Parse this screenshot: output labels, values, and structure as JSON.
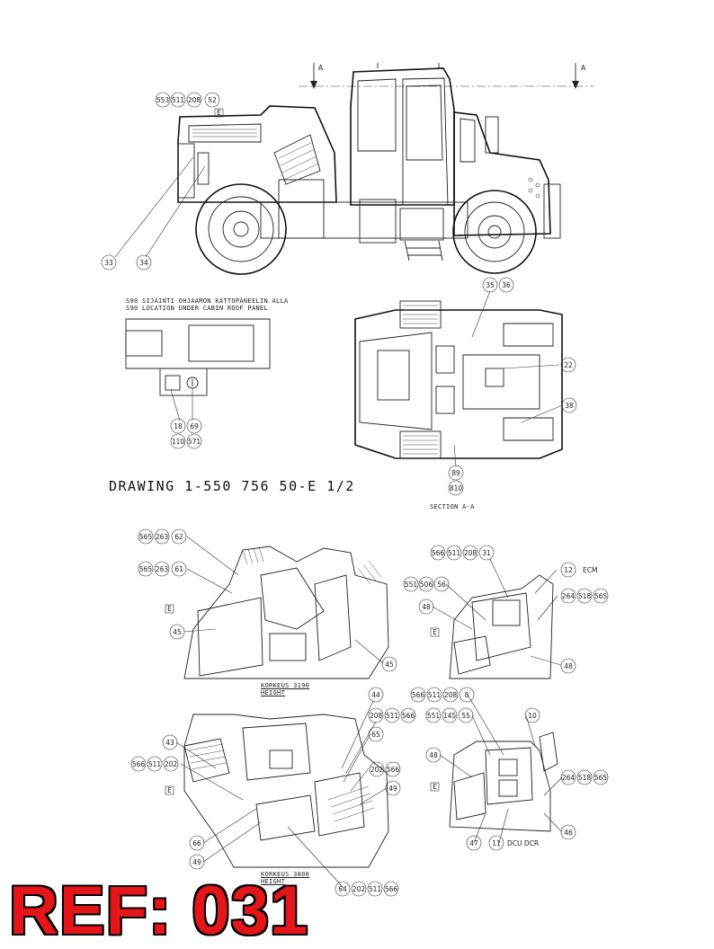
{
  "section_marks": {
    "left": "A",
    "right": "A"
  },
  "side_view": {
    "callouts": [
      "553",
      "511",
      "208",
      "52",
      "33",
      "34"
    ],
    "e_mark": "E"
  },
  "panel_note": {
    "line1": "S90 SIJAINTI OHJAAMON KATTOPANEELIN ALLA",
    "line2": "S90 LOCATION UNDER CABIN ROOF PANEL",
    "callouts": [
      "18",
      "69",
      "110",
      "571"
    ]
  },
  "section_view": {
    "callouts": [
      "35",
      "36",
      "22",
      "38",
      "89",
      "810"
    ],
    "label": "SECTION A-A"
  },
  "drawing_title": "DRAWING 1-550 756 50-E  1/2",
  "detail_3190": {
    "callouts": [
      "565",
      "263",
      "62",
      "565",
      "263",
      "61",
      "45",
      "45"
    ],
    "e_mark": "E",
    "height_label_1": "KORKEUS 3190",
    "height_label_2": "HEIGHT"
  },
  "detail_right_top": {
    "callouts": [
      "566",
      "511",
      "208",
      "31",
      "12",
      "551",
      "506",
      "56",
      "48",
      "264",
      "518",
      "565",
      "48"
    ],
    "ecm_label": "ECM",
    "e_mark": "E"
  },
  "detail_3800": {
    "callouts": [
      "44",
      "208",
      "511",
      "566",
      "65",
      "43",
      "566",
      "511",
      "202",
      "202",
      "566",
      "49",
      "66",
      "49",
      "64",
      "202",
      "511",
      "566"
    ],
    "e_mark": "E",
    "height_label_1": "KORKEUS 3800",
    "height_label_2": "HEIGHT"
  },
  "detail_right_bottom": {
    "callouts": [
      "566",
      "511",
      "208",
      "8",
      "551",
      "145",
      "55",
      "10",
      "48",
      "264",
      "518",
      "565",
      "47",
      "11",
      "46"
    ],
    "dcu_label": "DCU DCR",
    "e_mark": "E"
  },
  "reference": "REF: 031"
}
